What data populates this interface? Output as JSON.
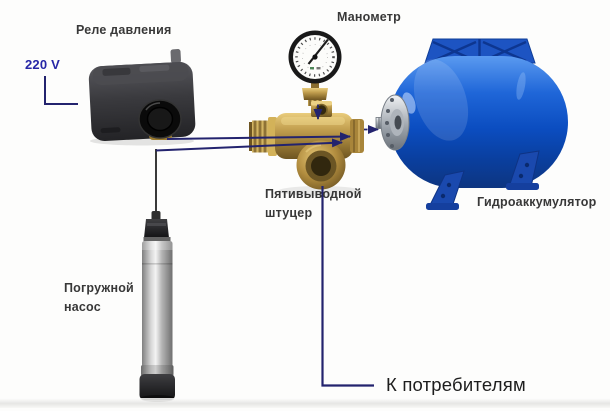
{
  "diagram": {
    "type": "pump-station-schematic",
    "labels": {
      "pressure_relay": "Реле давления",
      "voltage": "220 V",
      "manometer": "Манометр",
      "five_way_fitting": "Пятивыводной штуцер",
      "accumulator": "Гидроаккумулятор",
      "submersible_pump": "Погружной насос",
      "consumers": "К потребителям"
    },
    "components": [
      {
        "id": "power-supply",
        "label": "220 V"
      },
      {
        "id": "pressure-switch",
        "label": "Реле давления"
      },
      {
        "id": "manometer",
        "label": "Манометр"
      },
      {
        "id": "five-way-fitting",
        "label": "Пятивыводной штуцер"
      },
      {
        "id": "hydroaccumulator",
        "label": "Гидроаккумулятор"
      },
      {
        "id": "submersible-pump",
        "label": "Погружной насос"
      },
      {
        "id": "consumers-outlet",
        "label": "К потребителям"
      }
    ],
    "connections": [
      {
        "from": "power-supply",
        "to": "pressure-switch",
        "style": "solid"
      },
      {
        "from": "pressure-switch",
        "to": "five-way-fitting",
        "style": "solid-arrow"
      },
      {
        "from": "submersible-pump",
        "to": "five-way-fitting",
        "style": "solid-arrow"
      },
      {
        "from": "manometer",
        "to": "five-way-fitting",
        "style": "dashed-arrow"
      },
      {
        "from": "five-way-fitting",
        "to": "hydroaccumulator",
        "style": "dashed-arrow"
      },
      {
        "from": "five-way-fitting",
        "to": "consumers-outlet",
        "style": "solid"
      }
    ],
    "colors": {
      "background": "#fdfdfc",
      "line": "#23236e",
      "voltage_text": "#2626a6",
      "label_text": "#383838",
      "consumers_text": "#1d1d1d",
      "tank_blue": "#0b4dc0",
      "brass": "#c3a050",
      "switch_body": "#3c3c40",
      "pump_steel": "#c9c9c9"
    }
  }
}
